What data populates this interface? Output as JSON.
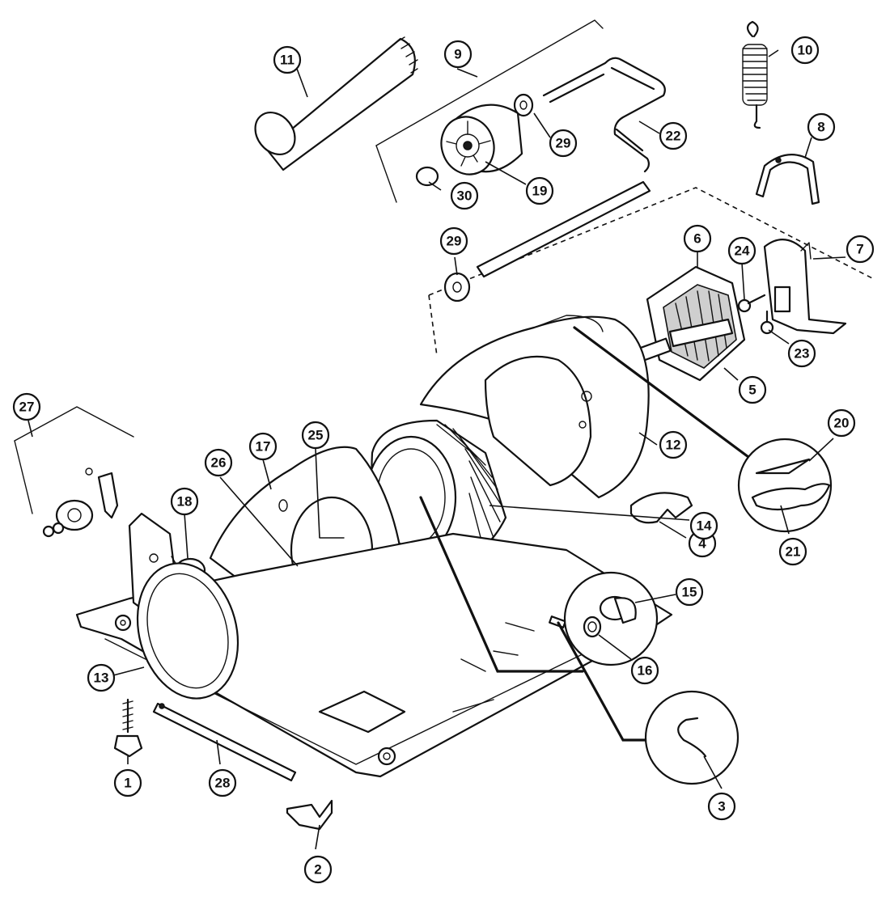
{
  "callouts": [
    {
      "id": "c1",
      "label": "1"
    },
    {
      "id": "c2",
      "label": "2"
    },
    {
      "id": "c3",
      "label": "3"
    },
    {
      "id": "c4",
      "label": "4"
    },
    {
      "id": "c5",
      "label": "5"
    },
    {
      "id": "c6",
      "label": "6"
    },
    {
      "id": "c7",
      "label": "7"
    },
    {
      "id": "c8",
      "label": "8"
    },
    {
      "id": "c9",
      "label": "9"
    },
    {
      "id": "c10",
      "label": "10"
    },
    {
      "id": "c11",
      "label": "11"
    },
    {
      "id": "c12",
      "label": "12"
    },
    {
      "id": "c13",
      "label": "13"
    },
    {
      "id": "c14",
      "label": "14"
    },
    {
      "id": "c15",
      "label": "15"
    },
    {
      "id": "c16",
      "label": "16"
    },
    {
      "id": "c17",
      "label": "17"
    },
    {
      "id": "c18",
      "label": "18"
    },
    {
      "id": "c19",
      "label": "19"
    },
    {
      "id": "c20",
      "label": "20"
    },
    {
      "id": "c21",
      "label": "21"
    },
    {
      "id": "c22",
      "label": "22"
    },
    {
      "id": "c23",
      "label": "23"
    },
    {
      "id": "c24",
      "label": "24"
    },
    {
      "id": "c25",
      "label": "25"
    },
    {
      "id": "c26",
      "label": "26"
    },
    {
      "id": "c27",
      "label": "27"
    },
    {
      "id": "c28",
      "label": "28"
    },
    {
      "id": "c29a",
      "label": "29"
    },
    {
      "id": "c29b",
      "label": "29"
    },
    {
      "id": "c30",
      "label": "30"
    }
  ]
}
